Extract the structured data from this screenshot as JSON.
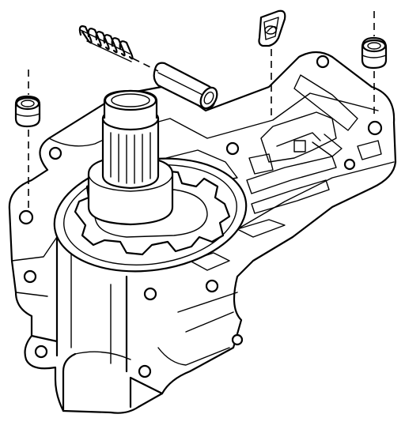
{
  "diagram": {
    "kind": "exploded technical line drawing",
    "parts": [
      {
        "name": "coil-spring"
      },
      {
        "name": "valve-plunger"
      },
      {
        "name": "filter-screen"
      },
      {
        "name": "cup-plug-left"
      },
      {
        "name": "cup-plug-right"
      },
      {
        "name": "pump-housing"
      },
      {
        "name": "drive-gear"
      },
      {
        "name": "splined-shaft"
      }
    ],
    "colors": {
      "line": "#000000",
      "background": "#ffffff"
    }
  }
}
